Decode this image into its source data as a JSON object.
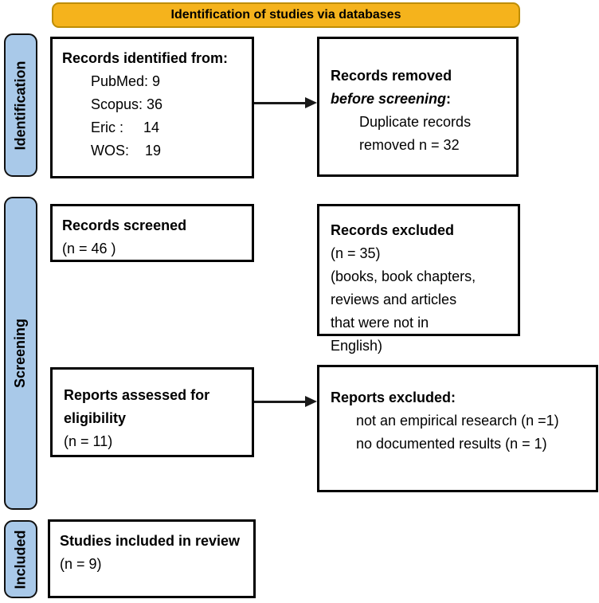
{
  "banner": {
    "label": "Identification of studies via databases"
  },
  "colors": {
    "banner_fill": "#F5B31C",
    "banner_border": "#BE8D04",
    "stage_fill": "#A9C9E9",
    "box_border": "#000000"
  },
  "stages": [
    {
      "label": "Identification"
    },
    {
      "label": "Screening"
    },
    {
      "label": "Included"
    }
  ],
  "boxes": {
    "identified": {
      "title": "Records identified from:",
      "items": [
        "PubMed: 9",
        "Scopus: 36",
        "Eric :     14",
        "WOS:    19"
      ]
    },
    "removed": {
      "title_line1": "Records removed",
      "title_line2_italic": "before screening",
      "title_colon": ":",
      "items": [
        "Duplicate records",
        "removed n = 32"
      ]
    },
    "screened": {
      "title": "Records screened",
      "count": "(n = 46 )"
    },
    "records_excluded": {
      "title": "Records excluded",
      "lines": [
        "(n = 35)",
        "(books, book chapters,",
        "reviews and articles",
        "that were not in",
        "English)"
      ]
    },
    "assessed": {
      "title": "Reports assessed for eligibility",
      "count": "(n = 11)"
    },
    "reports_excluded": {
      "title": "Reports excluded:",
      "items": [
        "not an empirical research (n =1)",
        "no documented results (n = 1)"
      ]
    },
    "included": {
      "title": "Studies included in review",
      "count": "(n = 9)"
    }
  }
}
